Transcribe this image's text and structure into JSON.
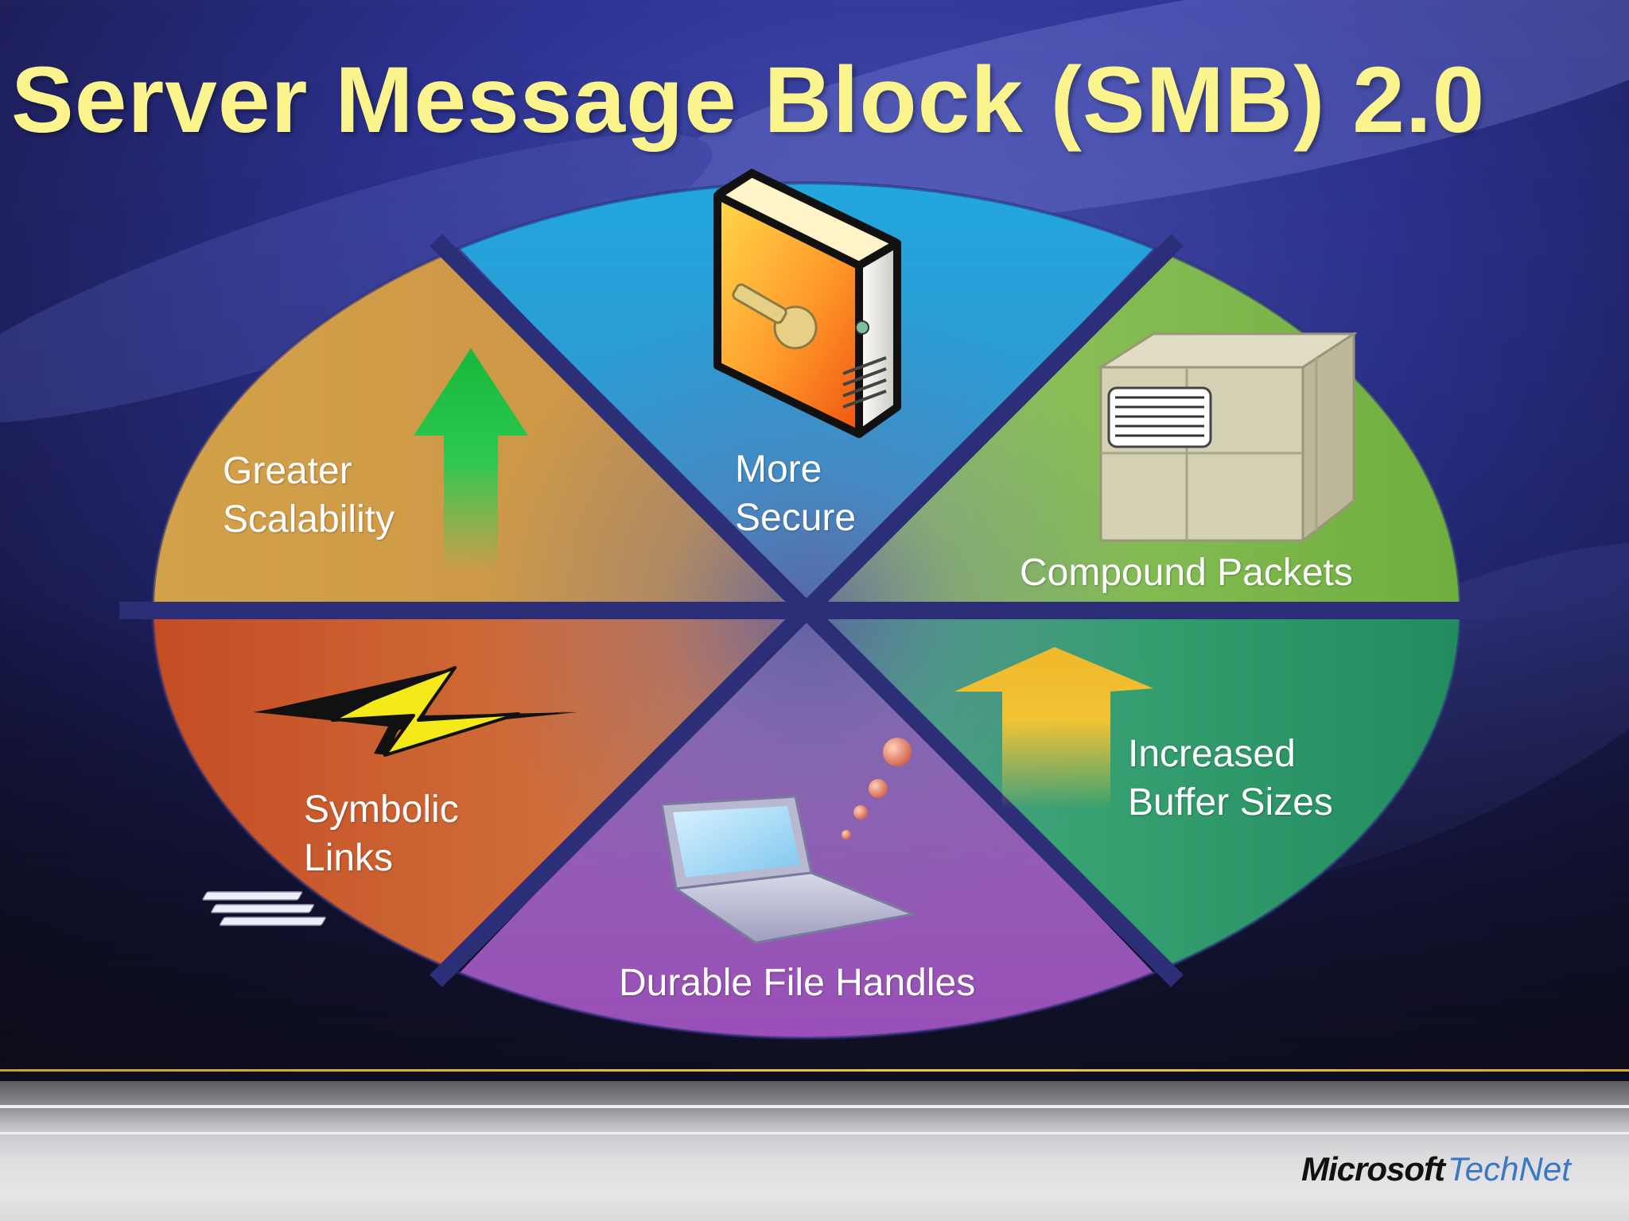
{
  "slide": {
    "title": "Server Message Block (SMB) 2.0",
    "segments": [
      {
        "lines": [
          "Greater",
          "Scalability"
        ],
        "color": "#d19a3e",
        "icon": "green-up-arrow-icon"
      },
      {
        "lines": [
          "More",
          "Secure"
        ],
        "color": "#2a9fd8",
        "icon": "server-with-key-icon"
      },
      {
        "lines": [
          "Compound Packets"
        ],
        "color": "#7cb64a",
        "icon": "package-box-icon"
      },
      {
        "lines": [
          "Increased",
          "Buffer Sizes"
        ],
        "color": "#2f9a6a",
        "icon": "yellow-up-arrow-icon"
      },
      {
        "lines": [
          "Durable File Handles"
        ],
        "color": "#9356b4",
        "icon": "laptop-icon"
      },
      {
        "lines": [
          "Symbolic",
          "Links"
        ],
        "color": "#c8582e",
        "icon": "lightning-link-icon"
      }
    ],
    "footer": {
      "brand_primary": "Microsoft",
      "brand_secondary": "TechNet"
    },
    "colors": {
      "title": "#fbf48c",
      "background": "#2a2f8a",
      "footer_rule": "#e8bf3a",
      "brand_accent": "#3a78c4"
    }
  }
}
